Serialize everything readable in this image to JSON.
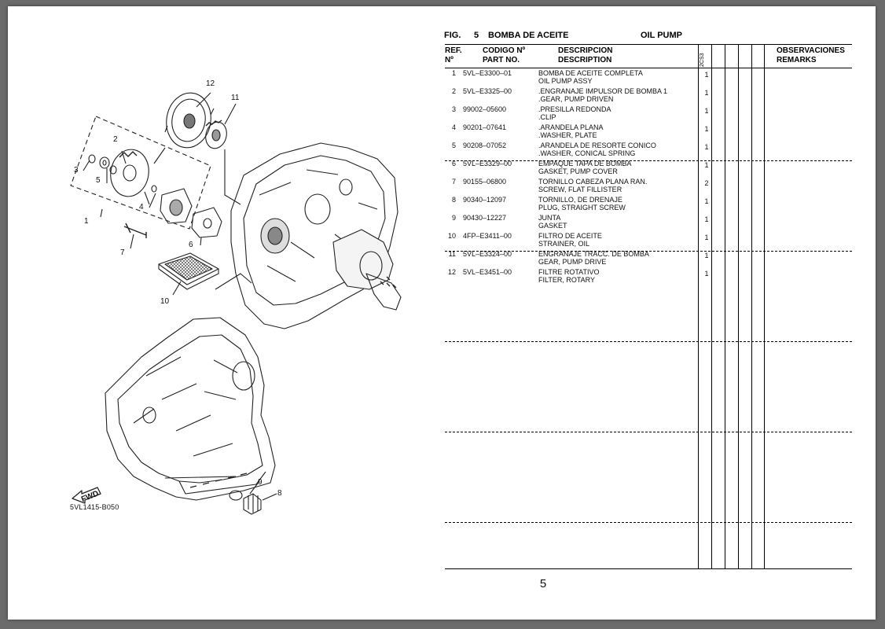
{
  "figure": {
    "label": "FIG.",
    "number": "5",
    "title_es": "BOMBA DE ACEITE",
    "title_en": "OIL PUMP"
  },
  "columns": {
    "ref_1": "REF.",
    "ref_2": "Nº",
    "code_1": "CODIGO Nº",
    "code_2": "PART NO.",
    "desc_1": "DESCRIPCION",
    "desc_2": "DESCRIPTION",
    "qty": "2CS3",
    "remarks_1": "OBSERVACIONES",
    "remarks_2": "REMARKS"
  },
  "parts": [
    {
      "ref": "1",
      "code": "5VL–E3300–01",
      "desc_es": "BOMBA DE ACEITE COMPLETA",
      "desc_en": "OIL PUMP ASSY",
      "qty": "1"
    },
    {
      "ref": "2",
      "code": "5VL–E3325–00",
      "desc_es": ".ENGRANAJE  IMPULSOR DE BOMBA 1",
      "desc_en": ".GEAR, PUMP DRIVEN",
      "qty": "1"
    },
    {
      "ref": "3",
      "code": "99002–05600",
      "desc_es": ".PRESILLA REDONDA",
      "desc_en": ".CLIP",
      "qty": "1"
    },
    {
      "ref": "4",
      "code": "90201–07641",
      "desc_es": ".ARANDELA PLANA",
      "desc_en": ".WASHER, PLATE",
      "qty": "1"
    },
    {
      "ref": "5",
      "code": "90208–07052",
      "desc_es": ".ARANDELA  DE RESORTE CONICO",
      "desc_en": ".WASHER, CONICAL SPRING",
      "qty": "1"
    },
    {
      "ref": "6",
      "code": "5VL–E3329–00",
      "desc_es": "EMPAQUE TAPA DE BOMBA",
      "desc_en": "GASKET, PUMP COVER",
      "qty": "1"
    },
    {
      "ref": "7",
      "code": "90155–06800",
      "desc_es": "TORNILLO  CABEZA PLANA RAN.",
      "desc_en": "SCREW, FLAT FILLISTER",
      "qty": "2"
    },
    {
      "ref": "8",
      "code": "90340–12097",
      "desc_es": "TORNILLO, DE DRENAJE",
      "desc_en": "PLUG, STRAIGHT SCREW",
      "qty": "1"
    },
    {
      "ref": "9",
      "code": "90430–12227",
      "desc_es": "JUNTA",
      "desc_en": "GASKET",
      "qty": "1"
    },
    {
      "ref": "10",
      "code": "4FP–E3411–00",
      "desc_es": "FILTRO  DE ACEITE",
      "desc_en": "STRAINER, OIL",
      "qty": "1"
    },
    {
      "ref": "11",
      "code": "5VL–E3324–00",
      "desc_es": "ENGRANAJE  TRACC. DE BOMBA",
      "desc_en": "GEAR, PUMP DRIVE",
      "qty": "1"
    },
    {
      "ref": "12",
      "code": "5VL–E3451–00",
      "desc_es": "FILTRE ROTATIVO",
      "desc_en": "FILTER, ROTARY",
      "qty": "1"
    }
  ],
  "diagram": {
    "figure_code": "5VL1415-B050",
    "fwd_label": "FWD",
    "callouts": [
      "12",
      "11",
      "2",
      "3",
      "5",
      "4",
      "1",
      "6",
      "7",
      "10",
      "9",
      "8"
    ]
  },
  "page_number": "5"
}
